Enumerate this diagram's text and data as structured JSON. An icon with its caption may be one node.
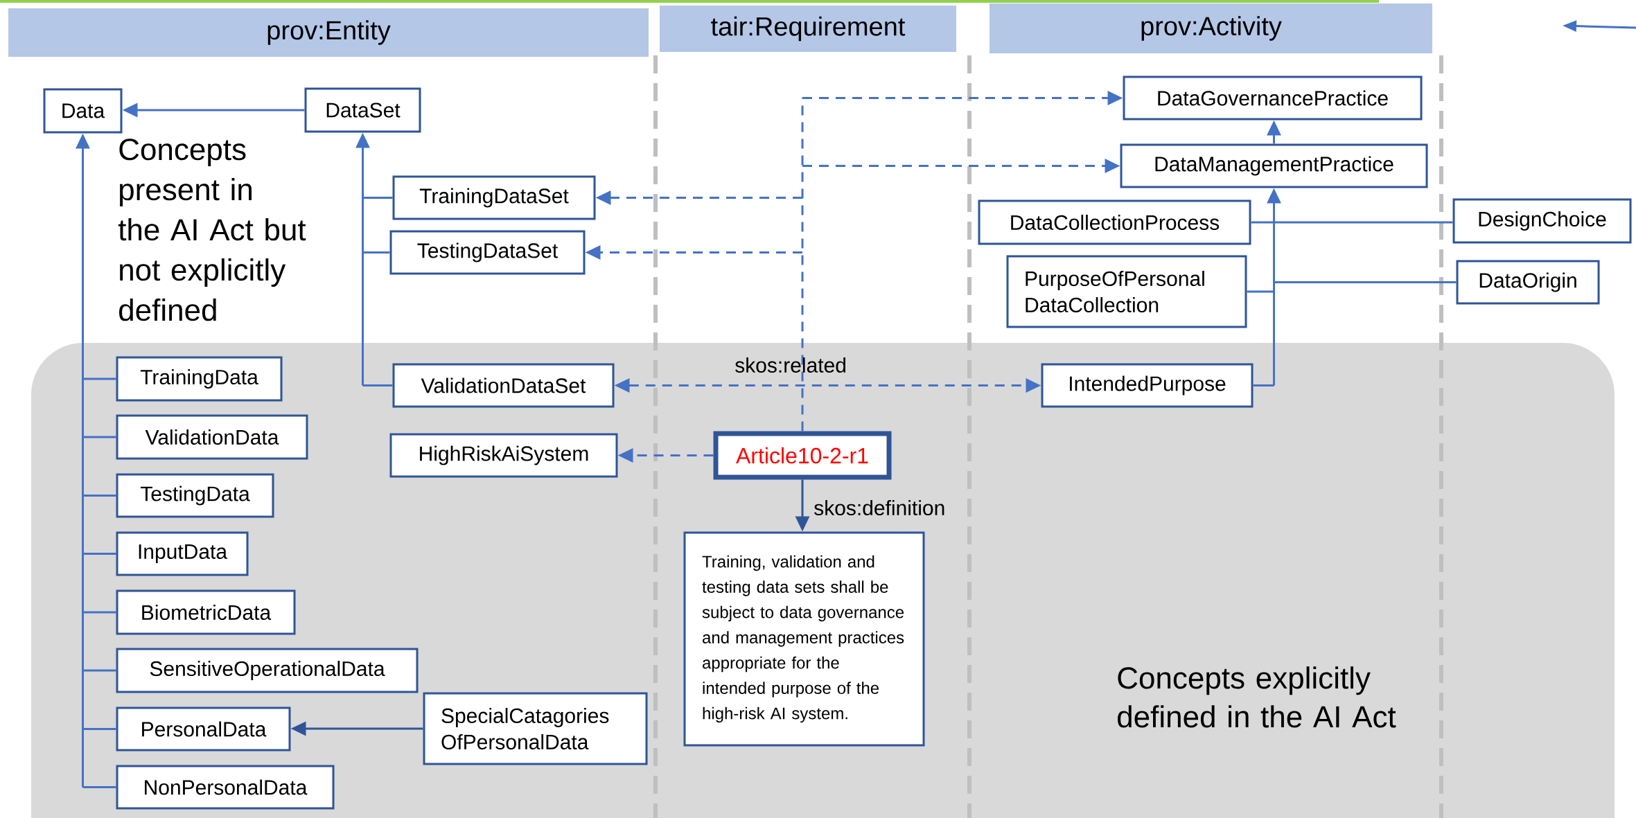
{
  "diagram": {
    "nodes": [
      {
        "text": [
          "prov:Entity"
        ]
      },
      {
        "text": [
          "tair:Requirement"
        ]
      },
      {
        "text": [
          "prov:Activity"
        ]
      },
      {
        "text": [
          "Data"
        ]
      },
      {
        "text": [
          "DataSet"
        ]
      },
      {
        "text": [
          "DataGovernancePractice"
        ]
      },
      {
        "text": [
          "DataManagementPractice"
        ]
      },
      {
        "text": [
          "TrainingDataSet"
        ]
      },
      {
        "text": [
          "DataCollectionProcess"
        ]
      },
      {
        "text": [
          "DesignChoice"
        ]
      },
      {
        "text": [
          "TestingDataSet"
        ]
      },
      {
        "text": [
          "PurposeOfPersonal DataCollection"
        ]
      },
      {
        "text": [
          "DataOrigin"
        ]
      },
      {
        "text": [
          "Concepts explicitly defined in the AI Act"
        ]
      },
      {
        "text": [
          "TrainingData"
        ],
        "in": 13
      },
      {
        "text": [
          "ValidationDataSet"
        ],
        "in": 13
      },
      {
        "text": [
          "IntendedPurpose"
        ],
        "in": 13
      },
      {
        "text": [
          "ValidationData"
        ],
        "in": 13
      },
      {
        "text": [
          "HighRiskAiSystem"
        ],
        "in": 13
      },
      {
        "text": [
          "Article10-2-r1"
        ],
        "in": 13
      },
      {
        "text": [
          "TestingData"
        ],
        "in": 13
      },
      {
        "text": [
          "InputData"
        ],
        "in": 13
      },
      {
        "text": [
          "BiometricData"
        ],
        "in": 13
      },
      {
        "text": [
          "SensitiveOperationalData"
        ],
        "in": 13
      },
      {
        "text": [
          "PersonalData"
        ],
        "in": 13
      },
      {
        "text": [
          "SpecialCatagories OfPersonalData"
        ],
        "in": 13
      },
      {
        "text": [
          "NonPersonalData"
        ],
        "in": 13
      },
      {
        "text": [
          "Training, validation and testing data sets shall be subject to data governance and management practices appropriate for the intended purpose of the high-risk AI system."
        ],
        "in": 13
      }
    ],
    "edges": [
      {
        "from": 4,
        "to": 3,
        "arrow": "to"
      },
      {
        "from": 7,
        "to": 4,
        "arrow": "to"
      },
      {
        "from": 10,
        "to": 4,
        "arrow": "to"
      },
      {
        "from": 15,
        "to": 4,
        "arrow": "to"
      },
      {
        "from": 14,
        "to": 3,
        "arrow": "to"
      },
      {
        "from": 17,
        "to": 3,
        "arrow": "to"
      },
      {
        "from": 20,
        "to": 3,
        "arrow": "to"
      },
      {
        "from": 21,
        "to": 3,
        "arrow": "to"
      },
      {
        "from": 22,
        "to": 3,
        "arrow": "to"
      },
      {
        "from": 23,
        "to": 3,
        "arrow": "to"
      },
      {
        "from": 24,
        "to": 3,
        "arrow": "to"
      },
      {
        "from": 26,
        "to": 3,
        "arrow": "to"
      },
      {
        "from": 25,
        "to": 24,
        "arrow": "to",
        "color": "#2f5597"
      },
      {
        "from": 6,
        "to": 5,
        "arrow": "to"
      },
      {
        "from": 16,
        "to": 6,
        "arrow": "to"
      },
      {
        "from": 11,
        "to": 6,
        "arrow": "to"
      },
      {
        "from": 12,
        "to": 6,
        "arrow": "to"
      },
      {
        "from": 8,
        "to": 9,
        "arrow": "none"
      },
      {
        "from": 19,
        "to": 5,
        "arrow": "to",
        "style": "dashed"
      },
      {
        "from": 19,
        "to": 6,
        "arrow": "to",
        "style": "dashed"
      },
      {
        "from": 19,
        "to": 7,
        "arrow": "to",
        "style": "dashed"
      },
      {
        "from": 19,
        "to": 10,
        "arrow": "to",
        "style": "dashed"
      },
      {
        "from": 15,
        "to": 16,
        "arrow": "both",
        "style": "dashed",
        "label": "skos:related"
      },
      {
        "from": 19,
        "to": 18,
        "arrow": "to",
        "style": "dashed"
      },
      {
        "from": 19,
        "to": 27,
        "arrow": "to",
        "color": "#2f5597",
        "label": "skos:definition"
      }
    ],
    "labels": [
      "Concepts present in the AI Act but not explicitly defined"
    ]
  }
}
